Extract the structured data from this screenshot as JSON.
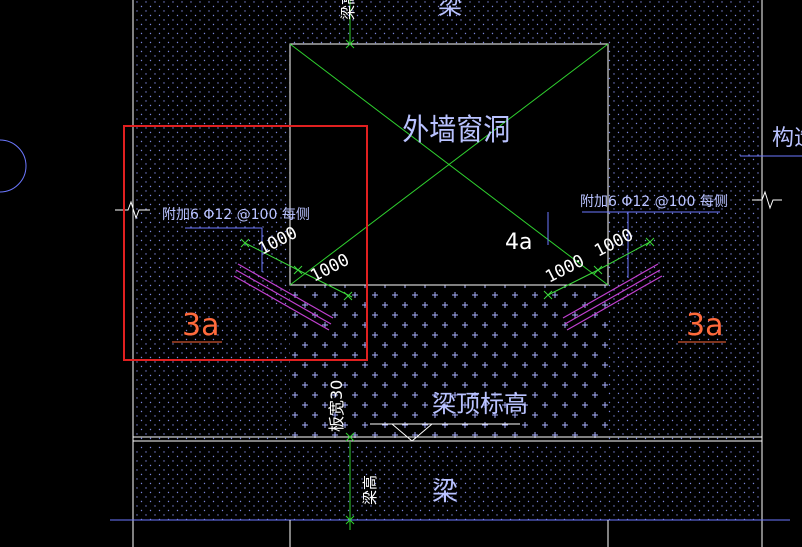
{
  "labels": {
    "window_opening": "外墙窗洞",
    "rebar_left": "附加6 Φ12 @100 每侧",
    "rebar_right": "附加6 Φ12 @100 每侧",
    "dim_1000_a": "1000",
    "dim_1000_b": "1000",
    "dim_1000_c": "1000",
    "dim_1000_d": "1000",
    "anchor_4a": "4a",
    "anchor_3a_left": "3a",
    "anchor_3a_right": "3a",
    "band_width": "板宽30",
    "beam_top_elev": "梁顶标高",
    "beam": "梁",
    "beam_height": "梁高",
    "top_beam_label": "梁",
    "top_beam_height": "梁高",
    "structural_col": "构造"
  },
  "colors": {
    "background": "#000000",
    "boundary": "#ffffff",
    "hatch": "#9aa4ff",
    "text_blue": "#b9c2ff",
    "diagonal_green": "#2fd12f",
    "dim_green": "#3cd83c",
    "rebar_magenta": "#c040d0",
    "accent_orange": "#ff6a3c",
    "selection_red": "#e02020",
    "leader_blue": "#6c78ff"
  }
}
